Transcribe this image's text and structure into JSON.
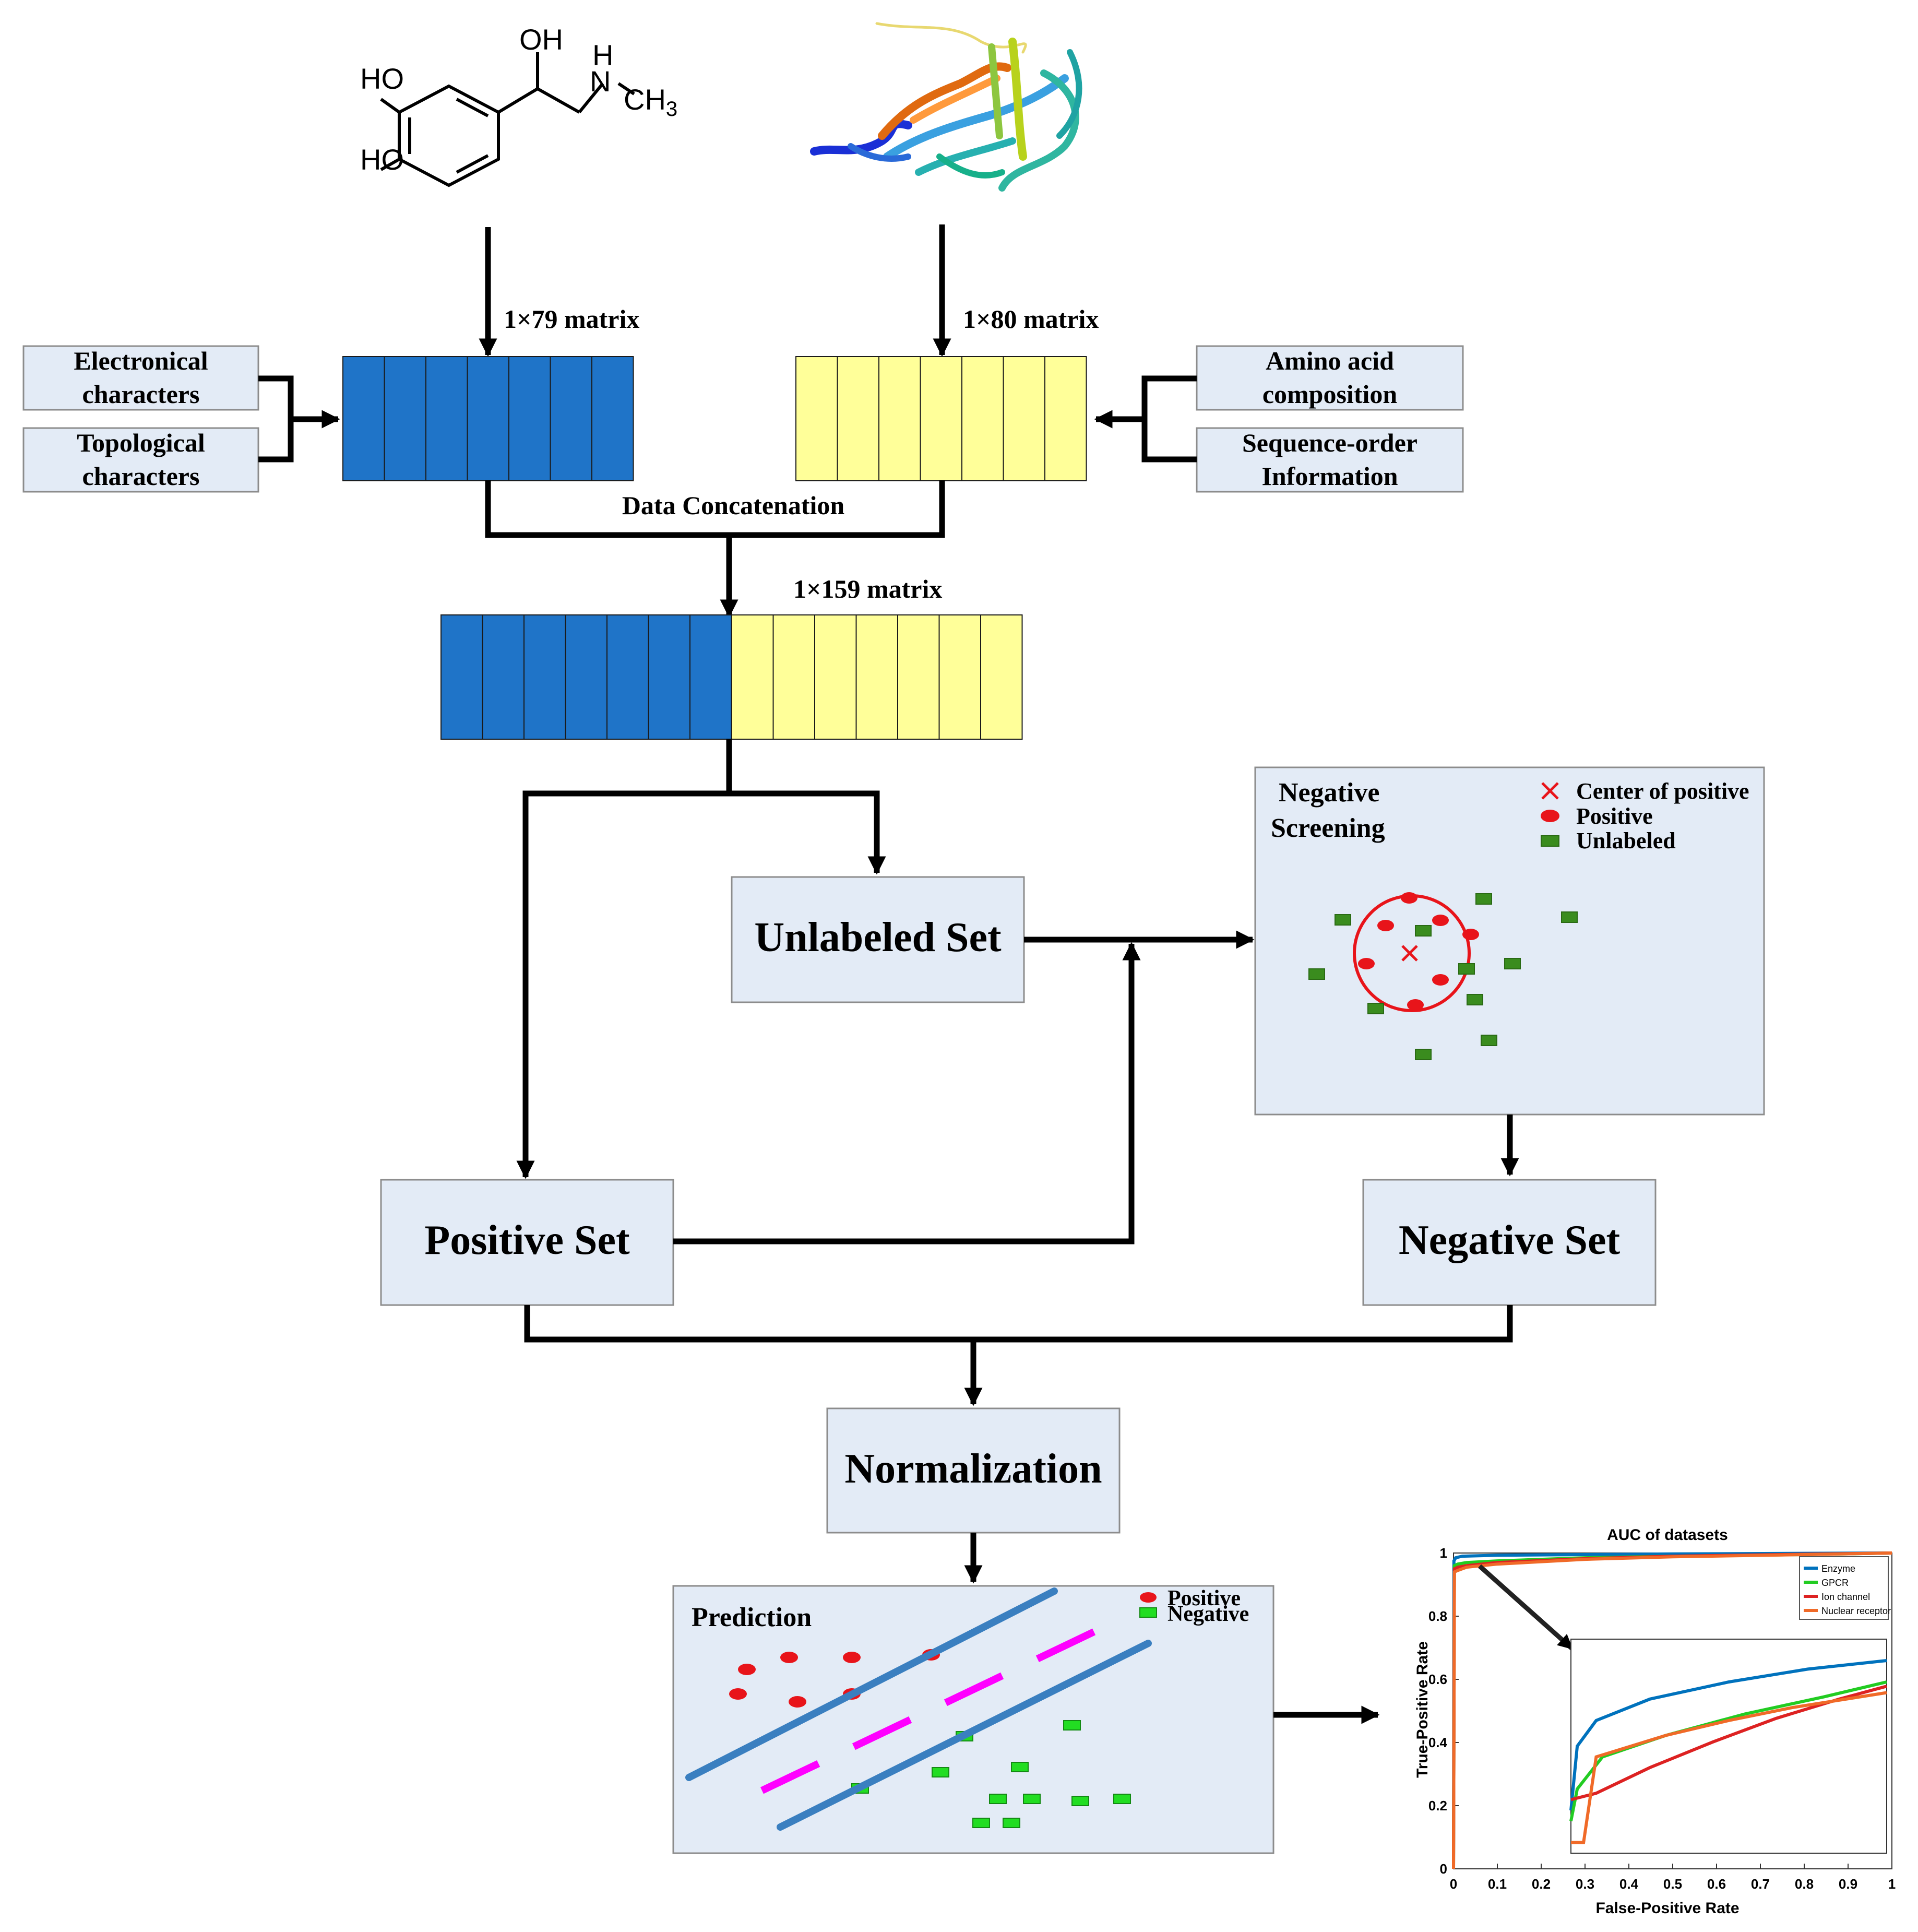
{
  "molecule": {
    "ho_top": "HO",
    "ho_bottom": "HO",
    "oh": "OH",
    "h": "H",
    "n": "N",
    "ch3": "CH",
    "ch3_sub": "3"
  },
  "matrix_labels": {
    "drug": "1×79 matrix",
    "protein": "1×80 matrix",
    "combined": "1×159 matrix"
  },
  "drug_features": {
    "electronical_line1": "Electronical",
    "electronical_line2": "characters",
    "topological_line1": "Topological",
    "topological_line2": "characters"
  },
  "protein_features": {
    "amino_line1": "Amino acid",
    "amino_line2": "composition",
    "sequence_line1": "Sequence-order",
    "sequence_line2": "Information"
  },
  "concat_label": "Data Concatenation",
  "sets": {
    "unlabeled": "Unlabeled Set",
    "positive": "Positive Set",
    "negative": "Negative Set",
    "normalization": "Normalization"
  },
  "negative_screening": {
    "title_line1": "Negative",
    "title_line2": "Screening",
    "legend_center": "Center of positive",
    "legend_positive": "Positive",
    "legend_unlabeled": "Unlabeled"
  },
  "prediction": {
    "title": "Prediction",
    "legend_positive": "Positive",
    "legend_negative": "Negative"
  },
  "colors": {
    "drug_blue": "#1f74c8",
    "protein_yellow": "#ffff99",
    "panel_fill": "#e3ebf6",
    "panel_border": "#8c8c8c",
    "positive_red": "#e8141a",
    "unlabeled_green": "#3a8c1e",
    "negative_green": "#22dd22",
    "hyperplane_blue": "#3a7fc0",
    "hyperplane_magenta": "#ff00ff"
  },
  "chart_data": {
    "type": "line",
    "title": "AUC of datasets",
    "xlabel": "False-Positive Rate",
    "ylabel": "True-Positive Rate",
    "xlim": [
      0,
      1
    ],
    "ylim": [
      0,
      1
    ],
    "xticks": [
      "0",
      "0.1",
      "0.2",
      "0.3",
      "0.4",
      "0.5",
      "0.6",
      "0.7",
      "0.8",
      "0.9",
      "1"
    ],
    "yticks": [
      "0",
      "0.2",
      "0.4",
      "0.6",
      "0.8",
      "1"
    ],
    "legend_position": "top-right",
    "series": [
      {
        "name": "Enzyme",
        "color": "#0072bd",
        "x": [
          0,
          0.001,
          0.005,
          0.02,
          0.1,
          0.3,
          0.5,
          0.8,
          1
        ],
        "y": [
          0,
          0.975,
          0.985,
          0.99,
          0.993,
          0.995,
          0.997,
          0.999,
          1
        ]
      },
      {
        "name": "GPCR",
        "color": "#22cc22",
        "x": [
          0,
          0.002,
          0.01,
          0.03,
          0.1,
          0.3,
          0.5,
          0.8,
          1
        ],
        "y": [
          0,
          0.96,
          0.965,
          0.97,
          0.975,
          0.985,
          0.99,
          0.995,
          1
        ]
      },
      {
        "name": "Ion channel",
        "color": "#dd2222",
        "x": [
          0,
          0.002,
          0.01,
          0.03,
          0.1,
          0.3,
          0.5,
          0.8,
          1
        ],
        "y": [
          0,
          0.95,
          0.955,
          0.96,
          0.97,
          0.982,
          0.99,
          0.996,
          1
        ]
      },
      {
        "name": "Nuclear receptor",
        "color": "#f06a28",
        "x": [
          0,
          0.002,
          0.01,
          0.03,
          0.1,
          0.3,
          0.5,
          0.8,
          1
        ],
        "y": [
          0,
          0.94,
          0.945,
          0.955,
          0.965,
          0.98,
          0.988,
          0.995,
          1
        ]
      }
    ],
    "inset": {
      "description_free": true,
      "series_shapes": [
        {
          "name": "Enzyme",
          "points": [
            [
              0,
              0.2
            ],
            [
              0.02,
              0.5
            ],
            [
              0.08,
              0.62
            ],
            [
              0.25,
              0.72
            ],
            [
              0.5,
              0.8
            ],
            [
              0.75,
              0.86
            ],
            [
              1,
              0.9
            ]
          ]
        },
        {
          "name": "GPCR",
          "points": [
            [
              0,
              0.15
            ],
            [
              0.02,
              0.3
            ],
            [
              0.1,
              0.45
            ],
            [
              0.3,
              0.55
            ],
            [
              0.55,
              0.65
            ],
            [
              0.8,
              0.73
            ],
            [
              1,
              0.8
            ]
          ]
        },
        {
          "name": "Ion channel",
          "points": [
            [
              0,
              0.25
            ],
            [
              0.08,
              0.28
            ],
            [
              0.25,
              0.4
            ],
            [
              0.45,
              0.52
            ],
            [
              0.65,
              0.63
            ],
            [
              0.85,
              0.72
            ],
            [
              1,
              0.78
            ]
          ]
        },
        {
          "name": "Nuclear receptor",
          "points": [
            [
              0,
              0.05
            ],
            [
              0.04,
              0.05
            ],
            [
              0.08,
              0.45
            ],
            [
              0.3,
              0.55
            ],
            [
              0.5,
              0.62
            ],
            [
              0.7,
              0.68
            ],
            [
              1,
              0.75
            ]
          ]
        }
      ]
    }
  }
}
